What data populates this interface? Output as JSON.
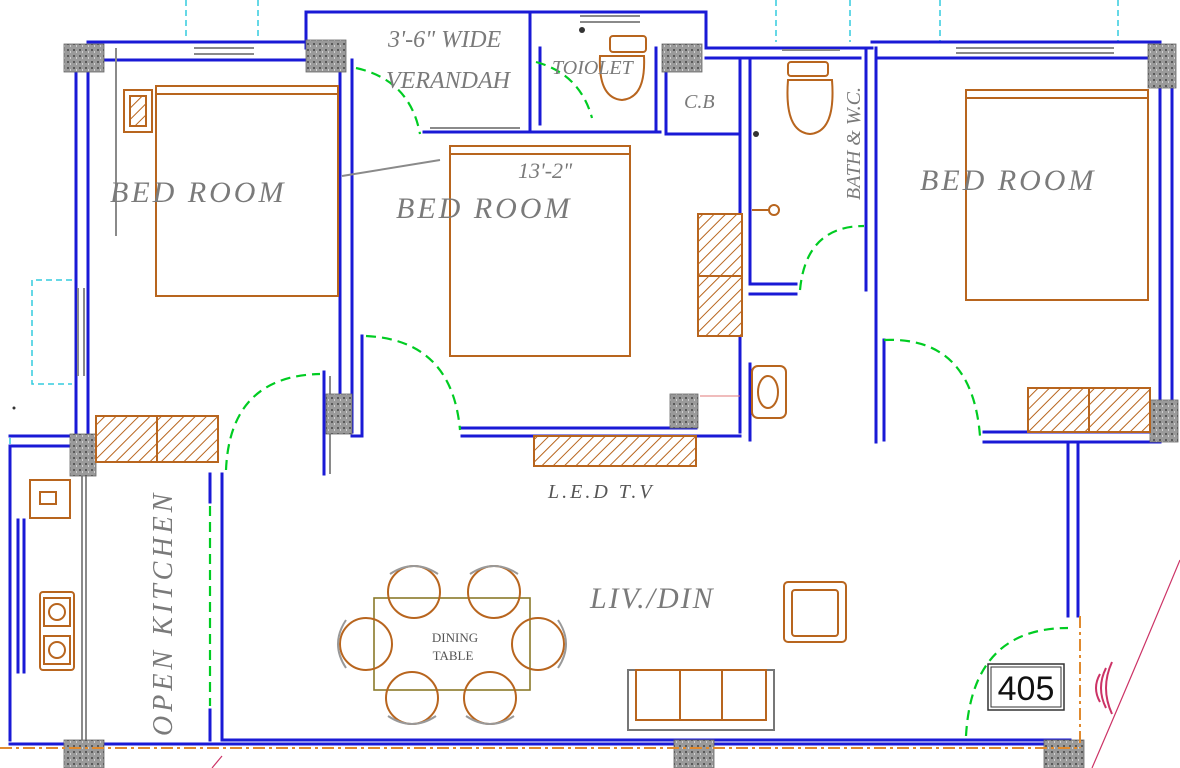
{
  "colors": {
    "wall": "#1a1ad6",
    "window": "#33ccdd",
    "door_swing": "#00cc22",
    "furniture": "#b8651e",
    "column": "#8a8a8a",
    "text": "#7a7a7a",
    "boundary": "#e08a2e",
    "sensor": "#cc3366"
  },
  "rooms": {
    "bedroom_left": "BED ROOM",
    "bedroom_middle": "BED ROOM",
    "bedroom_right": "BED ROOM",
    "verandah_line1": "3'-6\" WIDE",
    "verandah_line2": "VERANDAH",
    "toilet": "TOIOLET",
    "cupboard": "C.B",
    "bath": "BATH & W.C.",
    "living": "LIV./DIN",
    "kitchen": "OPEN KITCHEN"
  },
  "annotations": {
    "dimension": "13'-2\"",
    "led_tv": "L.E.D T.V",
    "dining_line1": "DINING",
    "dining_line2": "TABLE",
    "unit_number": "405"
  },
  "icons": {
    "sink": "sink-icon",
    "stove": "stove-icon",
    "wc": "toilet-icon",
    "washbasin": "washbasin-icon",
    "sensor": "sensor-waves-icon"
  }
}
